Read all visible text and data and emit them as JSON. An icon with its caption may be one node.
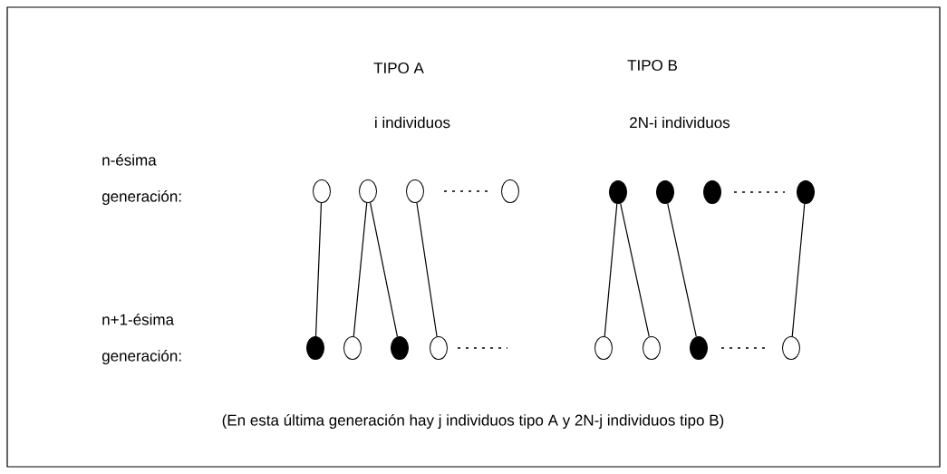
{
  "diagram": {
    "nodes": [
      {
        "text": [],
        "shape": "circle"
      },
      {
        "text": [],
        "shape": "circle"
      },
      {
        "text": [],
        "shape": "circle"
      },
      {
        "text": [],
        "shape": "circle"
      },
      {
        "text": [],
        "shape": "dot"
      },
      {
        "text": [],
        "shape": "dot"
      },
      {
        "text": [],
        "shape": "dot"
      },
      {
        "text": [],
        "shape": "dot"
      },
      {
        "text": [],
        "shape": "dot"
      },
      {
        "text": [],
        "shape": "circle"
      },
      {
        "text": [],
        "shape": "dot"
      },
      {
        "text": [],
        "shape": "circle"
      },
      {
        "text": [],
        "shape": "circle"
      },
      {
        "text": [],
        "shape": "circle"
      },
      {
        "text": [],
        "shape": "dot"
      },
      {
        "text": [],
        "shape": "circle"
      }
    ],
    "edges": [
      {
        "from": 0,
        "to": 8,
        "arrow": "none"
      },
      {
        "from": 1,
        "to": 9,
        "arrow": "none"
      },
      {
        "from": 1,
        "to": 10,
        "arrow": "none"
      },
      {
        "from": 2,
        "to": 11,
        "arrow": "none"
      },
      {
        "from": 4,
        "to": 12,
        "arrow": "none"
      },
      {
        "from": 4,
        "to": 13,
        "arrow": "none"
      },
      {
        "from": 5,
        "to": 14,
        "arrow": "none"
      },
      {
        "from": 7,
        "to": 15,
        "arrow": "none"
      }
    ],
    "labels": [
      "TIPO A",
      "TIPO B",
      "i individuos",
      "2N-i individuos",
      "n-ésima generación:",
      "n+1-ésima generación:",
      "(En esta última generación hay j individuos tipo A y 2N-j individuos tipo B)"
    ]
  }
}
